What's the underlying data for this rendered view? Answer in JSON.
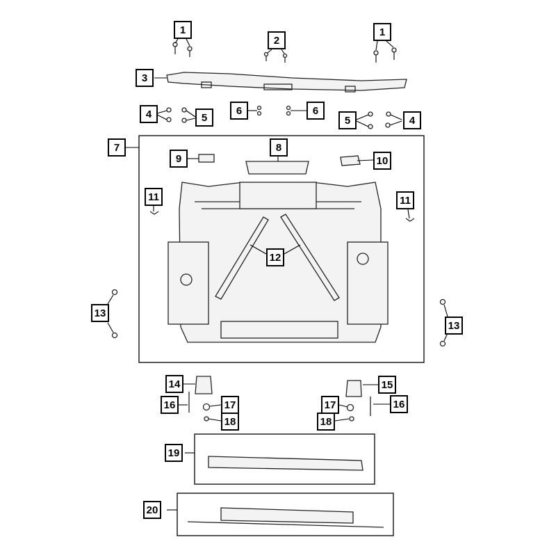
{
  "diagram": {
    "callouts": [
      {
        "id": "c1a",
        "label": "1"
      },
      {
        "id": "c1b",
        "label": "1"
      },
      {
        "id": "c2",
        "label": "2"
      },
      {
        "id": "c3",
        "label": "3"
      },
      {
        "id": "c4a",
        "label": "4"
      },
      {
        "id": "c4b",
        "label": "4"
      },
      {
        "id": "c5a",
        "label": "5"
      },
      {
        "id": "c5b",
        "label": "5"
      },
      {
        "id": "c6a",
        "label": "6"
      },
      {
        "id": "c6b",
        "label": "6"
      },
      {
        "id": "c7",
        "label": "7"
      },
      {
        "id": "c8",
        "label": "8"
      },
      {
        "id": "c9",
        "label": "9"
      },
      {
        "id": "c10",
        "label": "10"
      },
      {
        "id": "c11a",
        "label": "11"
      },
      {
        "id": "c11b",
        "label": "11"
      },
      {
        "id": "c12",
        "label": "12"
      },
      {
        "id": "c13a",
        "label": "13"
      },
      {
        "id": "c13b",
        "label": "13"
      },
      {
        "id": "c14",
        "label": "14"
      },
      {
        "id": "c15",
        "label": "15"
      },
      {
        "id": "c16a",
        "label": "16"
      },
      {
        "id": "c16b",
        "label": "16"
      },
      {
        "id": "c17a",
        "label": "17"
      },
      {
        "id": "c17b",
        "label": "17"
      },
      {
        "id": "c18a",
        "label": "18"
      },
      {
        "id": "c18b",
        "label": "18"
      },
      {
        "id": "c19",
        "label": "19"
      },
      {
        "id": "c20",
        "label": "20"
      }
    ]
  }
}
